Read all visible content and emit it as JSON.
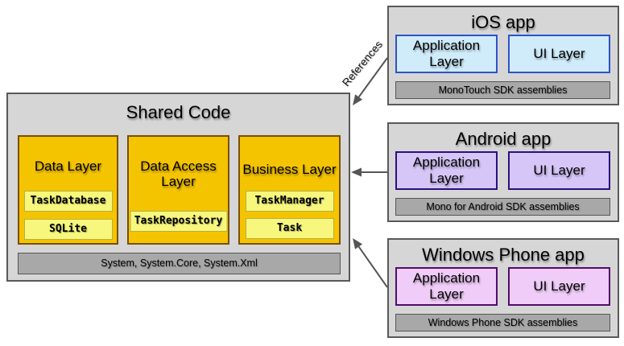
{
  "shared_code": {
    "title": "Shared Code",
    "layers": [
      {
        "name": "Data Layer",
        "components": [
          "TaskDatabase",
          "SQLite"
        ]
      },
      {
        "name": "Data Access Layer",
        "components": [
          "TaskRepository"
        ]
      },
      {
        "name": "Business Layer",
        "components": [
          "TaskManager",
          "Task"
        ]
      }
    ],
    "assemblies_bar": "System, System.Core, System.Xml"
  },
  "apps": [
    {
      "title": "iOS app",
      "layers": [
        "Application Layer",
        "UI Layer"
      ],
      "sdk_bar": "MonoTouch SDK assemblies",
      "colors": {
        "layer_fill": "#d0ecfb",
        "layer_border": "#2e52c8"
      }
    },
    {
      "title": "Android app",
      "layers": [
        "Application Layer",
        "UI Layer"
      ],
      "sdk_bar": "Mono for Android SDK assemblies",
      "colors": {
        "layer_fill": "#d6c6f7",
        "layer_border": "#2d0f80"
      }
    },
    {
      "title": "Windows Phone app",
      "layers": [
        "Application Layer",
        "UI Layer"
      ],
      "sdk_bar": "Windows Phone SDK assemblies",
      "colors": {
        "layer_fill": "#f0cdf8",
        "layer_border": "#520c6b"
      }
    }
  ],
  "arrow_label": "References",
  "colors": {
    "canvas_bg": "#ffffff",
    "group_fill": "#d6d6d6",
    "group_border": "#595959",
    "bar_fill": "#a8a8a8",
    "bar_border": "#565656",
    "gold_fill": "#f5c400",
    "gold_border": "#7a4f00",
    "chip_fill": "#f7f77e",
    "chip_border": "#b5b13e",
    "arrow": "#555555"
  }
}
